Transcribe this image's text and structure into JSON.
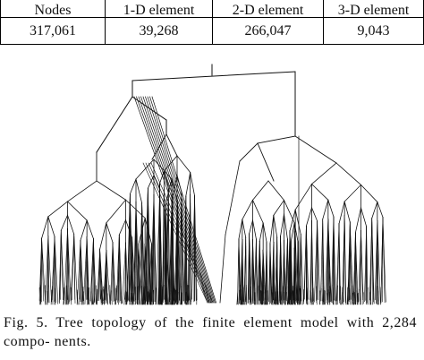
{
  "table": {
    "headers": [
      "Nodes",
      "1-D element",
      "2-D element",
      "3-D element"
    ],
    "values": [
      "317,061",
      "39,268",
      "266,047",
      "9,043"
    ]
  },
  "figure": {
    "caption": "Fig. 5. Tree topology of the finite element model with 2,284 compo- nents.",
    "stroke_color": "#111111"
  }
}
